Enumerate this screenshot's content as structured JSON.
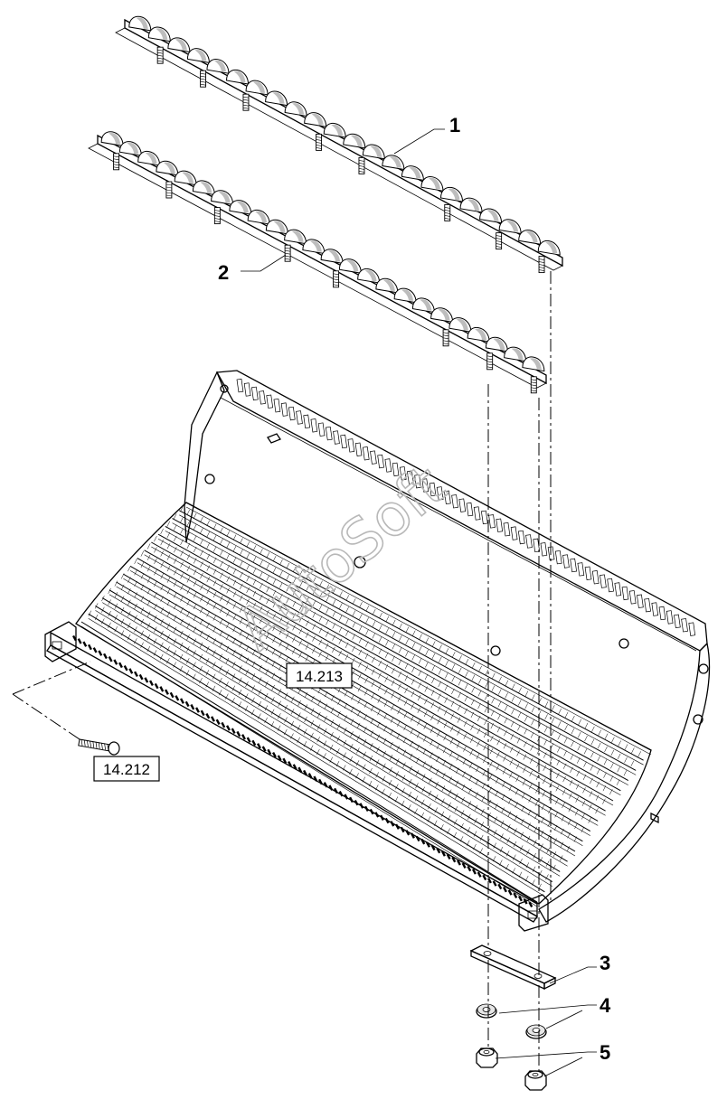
{
  "callouts": [
    {
      "id": "1",
      "label": "1"
    },
    {
      "id": "2",
      "label": "2"
    },
    {
      "id": "3",
      "label": "3"
    },
    {
      "id": "4",
      "label": "4"
    },
    {
      "id": "5",
      "label": "5"
    }
  ],
  "references": {
    "concave": "14.213",
    "bolt": "14.212"
  },
  "watermark": "AutoSoft",
  "icons": {
    "rasp_bar_upper": "rasp-bar-icon",
    "rasp_bar_lower": "rasp-bar-icon",
    "concave_grate": "concave-grate-icon",
    "plate": "plate-icon",
    "washer": "washer-icon",
    "nut": "nut-icon",
    "bolt": "bolt-icon"
  }
}
